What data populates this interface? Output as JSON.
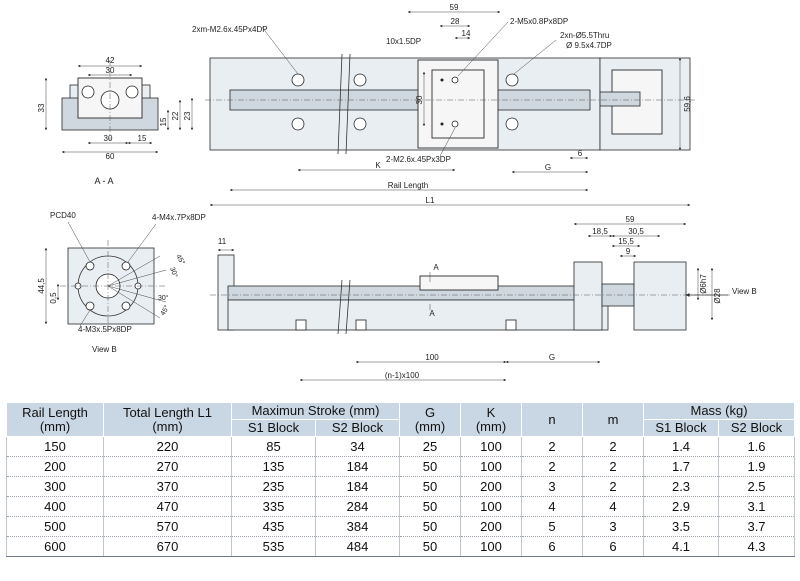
{
  "drawing": {
    "top_view": {
      "callouts": {
        "top_holes": "2xm-M2.6x.45Px4DP",
        "center_hole": "2-M5x0.8Px8DP",
        "thru_hole_line1": "2xn-Ø5.5Thru",
        "thru_hole_line2": "Ø 9.5x4.7DP",
        "bottom_holes": "2-M2.6x.45Px3DP",
        "depth_callout": "10x1.5DP"
      },
      "dims": {
        "d59": "59",
        "d28": "28",
        "d14": "14",
        "d30": "30",
        "dK": "K",
        "dG": "G",
        "d6": "6",
        "rail_length": "Rail Length",
        "dL1": "L1",
        "d59_6": "59,6"
      }
    },
    "section_aa": {
      "label": "A - A",
      "dims": {
        "d42": "42",
        "d30_top": "30",
        "d33": "33",
        "d15": "15",
        "d22": "22",
        "d23": "23",
        "d30_bottom": "30",
        "d15_bottom": "15",
        "d60": "60"
      }
    },
    "view_b": {
      "label": "View B",
      "callouts": {
        "pcd": "PCD40",
        "m4": "4-M4x.7Px8DP",
        "m3": "4-M3x.5Px8DP"
      },
      "dims": {
        "d44_5": "44,5",
        "d0_5": "0,5",
        "a45_top": "45°",
        "a30_top": "30°",
        "a30_bottom": "30°",
        "a45_bottom": "45°"
      }
    },
    "side_view": {
      "dims": {
        "d11": "11",
        "d59": "59",
        "d18_5": "18,5",
        "d30_5": "30,5",
        "d15_5": "15,5",
        "d9": "9",
        "d6h7": "Ø6h7",
        "d28": "Ø28",
        "d100": "100",
        "dG": "G",
        "dn100": "(n-1)x100",
        "marker_a_top": "A",
        "marker_a_bottom": "A"
      },
      "view_b_arrow_label": "View B"
    }
  },
  "table": {
    "headers": {
      "rail_length": "Rail Length\n(mm)",
      "total_length": "Total Length L1\n(mm)",
      "max_stroke": "Maximun Stroke (mm)",
      "s1_block": "S1 Block",
      "s2_block": "S2 Block",
      "g": "G\n(mm)",
      "k": "K\n(mm)",
      "n": "n",
      "m": "m",
      "mass": "Mass (kg)",
      "mass_s1": "S1 Block",
      "mass_s2": "S2 Block"
    },
    "rows": [
      [
        "150",
        "220",
        "85",
        "34",
        "25",
        "100",
        "2",
        "2",
        "1.4",
        "1.6"
      ],
      [
        "200",
        "270",
        "135",
        "184",
        "50",
        "100",
        "2",
        "2",
        "1.7",
        "1.9"
      ],
      [
        "300",
        "370",
        "235",
        "184",
        "50",
        "200",
        "3",
        "2",
        "2.3",
        "2.5"
      ],
      [
        "400",
        "470",
        "335",
        "284",
        "50",
        "100",
        "4",
        "4",
        "2.9",
        "3.1"
      ],
      [
        "500",
        "570",
        "435",
        "384",
        "50",
        "200",
        "5",
        "3",
        "3.5",
        "3.7"
      ],
      [
        "600",
        "670",
        "535",
        "484",
        "50",
        "100",
        "6",
        "6",
        "4.1",
        "4.3"
      ]
    ]
  }
}
